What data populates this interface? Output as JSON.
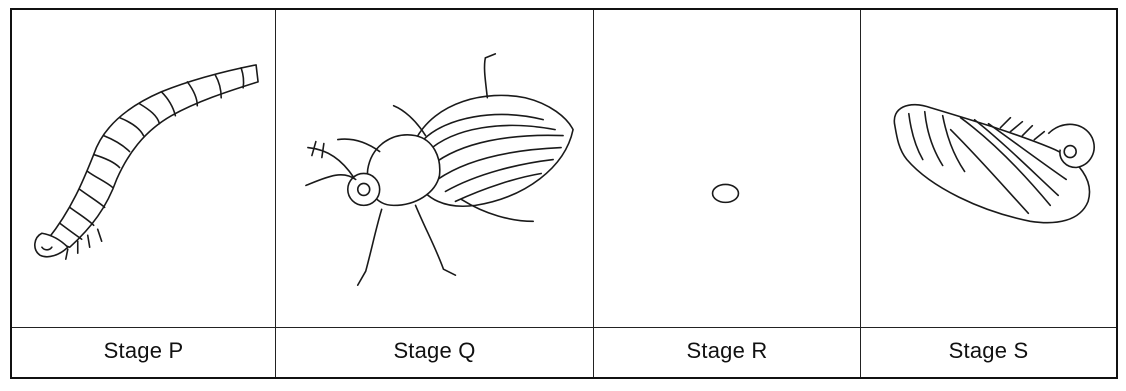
{
  "stages": [
    {
      "label": "Stage P",
      "picture": "larva-icon"
    },
    {
      "label": "Stage Q",
      "picture": "beetle-icon"
    },
    {
      "label": "Stage R",
      "picture": "egg-icon"
    },
    {
      "label": "Stage S",
      "picture": "pupa-icon"
    }
  ]
}
